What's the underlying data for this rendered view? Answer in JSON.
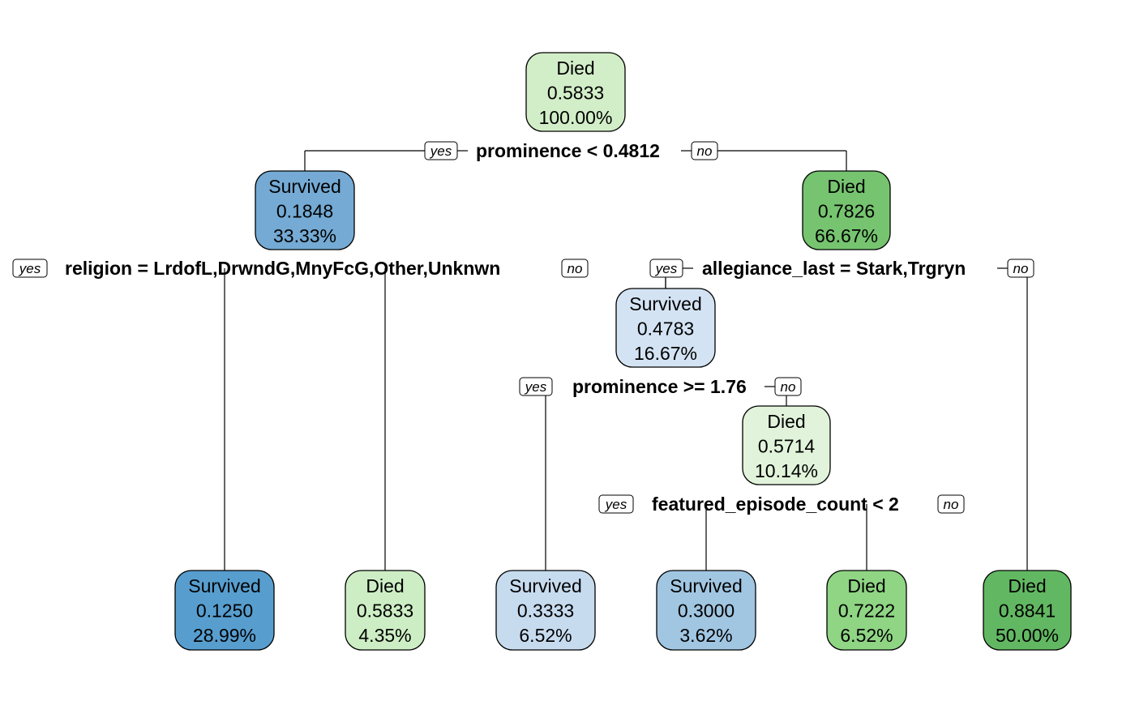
{
  "colors": {
    "died_fill": [
      "#d2eec8",
      "#76c46f",
      "#e1f3da",
      "#cdeec4",
      "#8fd584",
      "#62b862"
    ],
    "survived_fill": [
      "#74aad4",
      "#d3e3f3",
      "#579ecf",
      "#c7dbef",
      "#a1c6e2"
    ],
    "stroke": "#000000"
  },
  "tree": {
    "nodes": [
      {
        "id": "n1",
        "label": "Died",
        "value": "0.5833",
        "pct": "100.00%",
        "color": "#d2eec8"
      },
      {
        "id": "n2",
        "label": "Survived",
        "value": "0.1848",
        "pct": "33.33%",
        "color": "#74aad4"
      },
      {
        "id": "n3",
        "label": "Died",
        "value": "0.7826",
        "pct": "66.67%",
        "color": "#76c46f"
      },
      {
        "id": "n6",
        "label": "Survived",
        "value": "0.4783",
        "pct": "16.67%",
        "color": "#d3e3f3"
      },
      {
        "id": "n13",
        "label": "Died",
        "value": "0.5714",
        "pct": "10.14%",
        "color": "#e1f3da"
      },
      {
        "id": "n4",
        "label": "Survived",
        "value": "0.1250",
        "pct": "28.99%",
        "color": "#579ecf"
      },
      {
        "id": "n5",
        "label": "Died",
        "value": "0.5833",
        "pct": "4.35%",
        "color": "#cdeec4"
      },
      {
        "id": "n12",
        "label": "Survived",
        "value": "0.3333",
        "pct": "6.52%",
        "color": "#c7dbef"
      },
      {
        "id": "n26",
        "label": "Survived",
        "value": "0.3000",
        "pct": "3.62%",
        "color": "#a1c6e2"
      },
      {
        "id": "n27",
        "label": "Died",
        "value": "0.7222",
        "pct": "6.52%",
        "color": "#8fd584"
      },
      {
        "id": "n7",
        "label": "Died",
        "value": "0.8841",
        "pct": "50.00%",
        "color": "#62b862"
      }
    ],
    "splits": [
      {
        "id": "s1",
        "text": "prominence < 0.4812",
        "yes": "yes",
        "no": "no"
      },
      {
        "id": "s2",
        "text": "religion = LrdofL,DrwndG,MnyFcG,Other,Unknwn",
        "yes": "yes",
        "no": "no"
      },
      {
        "id": "s3",
        "text": "allegiance_last = Stark,Trgryn",
        "yes": "yes",
        "no": "no"
      },
      {
        "id": "s6",
        "text": "prominence >= 1.76",
        "yes": "yes",
        "no": "no"
      },
      {
        "id": "s13",
        "text": "featured_episode_count < 2",
        "yes": "yes",
        "no": "no"
      }
    ]
  }
}
